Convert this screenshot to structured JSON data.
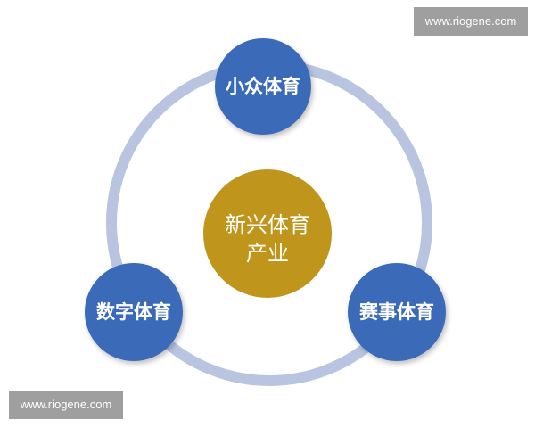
{
  "diagram": {
    "center": {
      "line1": "新兴体育",
      "line2": "产业",
      "color": "#c0951c"
    },
    "nodes": [
      {
        "label": "小众体育",
        "color": "#3b6bb8"
      },
      {
        "label": "数字体育",
        "color": "#3b6bb8"
      },
      {
        "label": "赛事体育",
        "color": "#3b6bb8"
      }
    ],
    "ring_color": "#b8c4e0"
  },
  "watermarks": {
    "top": "www.riogene.com",
    "bottom": "www.riogene.com"
  }
}
